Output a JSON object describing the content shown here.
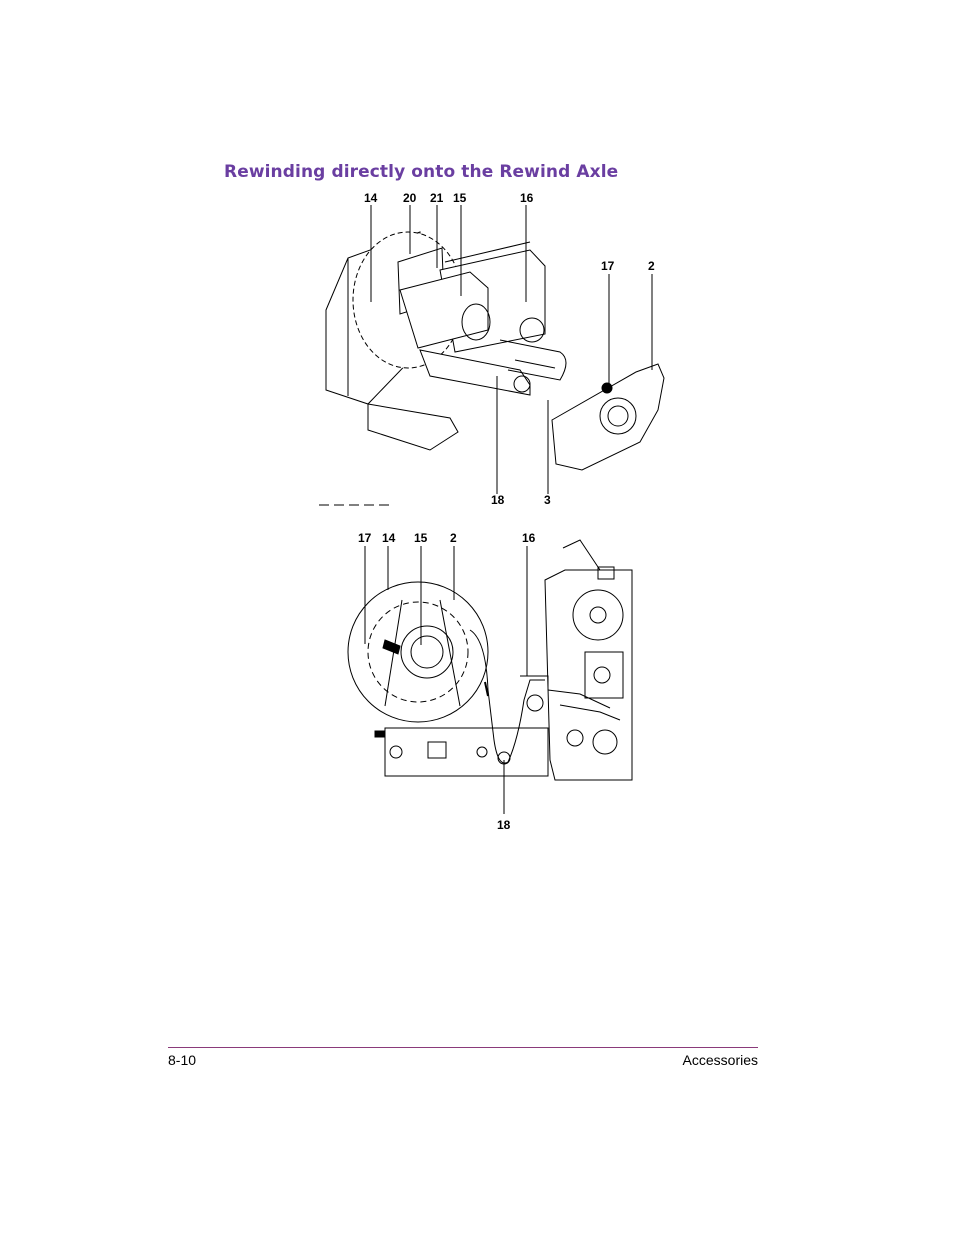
{
  "heading": "Rewinding directly onto the Rewind Axle",
  "figure_top": {
    "callouts": [
      "14",
      "20",
      "21",
      "15",
      "16",
      "17",
      "2",
      "18",
      "3"
    ]
  },
  "figure_bottom": {
    "callouts": [
      "17",
      "14",
      "15",
      "2",
      "16",
      "18"
    ]
  },
  "footer": {
    "page_number": "8-10",
    "section": "Accessories"
  }
}
